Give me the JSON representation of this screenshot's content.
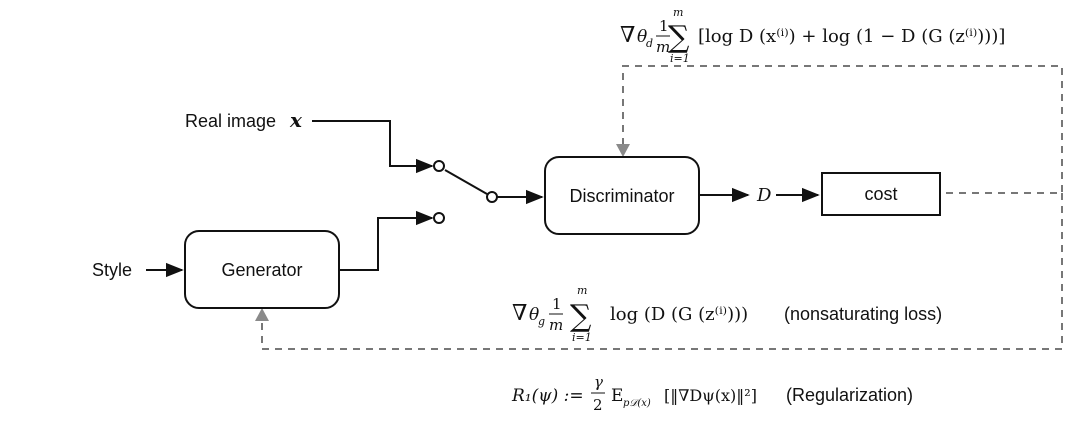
{
  "nodes": {
    "discriminator": "Discriminator",
    "generator": "Generator",
    "cost": "cost"
  },
  "labels": {
    "style": "Style",
    "real_image": "Real image",
    "real_image_var": "x",
    "d_output": "D"
  },
  "equations": {
    "discriminator_gradient": {
      "nabla": "∇",
      "theta": "θ",
      "sub": "d",
      "frac_num": "1",
      "frac_den": "m",
      "sum": "∑",
      "sum_top": "m",
      "sum_bottom": "i=1",
      "body": "[log D (x⁽ⁱ⁾) + log (1 − D (G (z⁽ⁱ⁾)))]"
    },
    "generator_gradient": {
      "nabla": "∇",
      "theta": "θ",
      "sub": "g",
      "frac_num": "1",
      "frac_den": "m",
      "sum": "∑",
      "sum_top": "m",
      "sum_bottom": "i=1",
      "body": "log (D (G (z⁽ⁱ⁾)))",
      "note": "(nonsaturating loss)"
    },
    "regularization": {
      "lhs": "R₁(ψ) :=",
      "frac_num": "γ",
      "frac_den": "2",
      "expectation": "E",
      "exp_sub": "p𝒟(x)",
      "body": "[‖∇Dψ(x)‖²]",
      "note": "(Regularization)"
    }
  },
  "colors": {
    "line": "#111111",
    "dashed": "#777777",
    "arrowhead_gray": "#8a8a8a"
  }
}
